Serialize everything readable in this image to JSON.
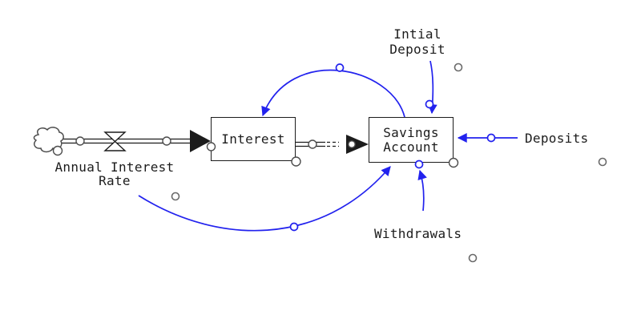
{
  "colors": {
    "blue": "#2222ee",
    "gray": "#6a6a6a",
    "black": "#1c1c1c"
  },
  "diagram": {
    "stocks": [
      {
        "label": "Interest"
      },
      {
        "label": "Savings\nAccount"
      }
    ],
    "variables": {
      "annual_interest_rate": "Annual Interest\nRate",
      "initial_deposit": "Intial\nDeposit",
      "deposits": "Deposits",
      "withdrawals": "Withdrawals"
    },
    "icons": [
      "source-cloud-icon",
      "flow-valve-icon",
      "flow-arrowhead-icon",
      "link-arrowhead-icon",
      "handle-circle-icon"
    ]
  }
}
